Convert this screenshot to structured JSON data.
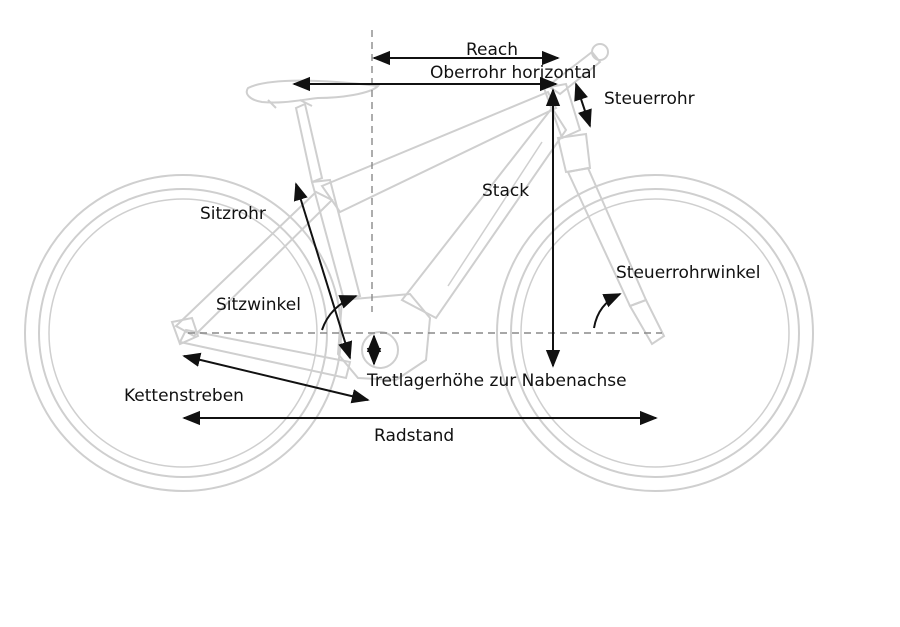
{
  "labels": {
    "reach": "Reach",
    "top_tube_horizontal": "Oberrohr horizontal",
    "head_tube": "Steuerrohr",
    "stack": "Stack",
    "seat_tube": "Sitzrohr",
    "head_tube_angle": "Steuerrohrwinkel",
    "seat_angle": "Sitzwinkel",
    "bb_height_to_axle": "Tretlagerhöhe zur Nabenachse",
    "chainstays": "Kettenstreben",
    "wheelbase": "Radstand"
  },
  "colors": {
    "frame_outline": "#cfcfcf",
    "measure_lines": "#111111",
    "reference_dashes": "#8a8a8a",
    "background": "#ffffff"
  }
}
